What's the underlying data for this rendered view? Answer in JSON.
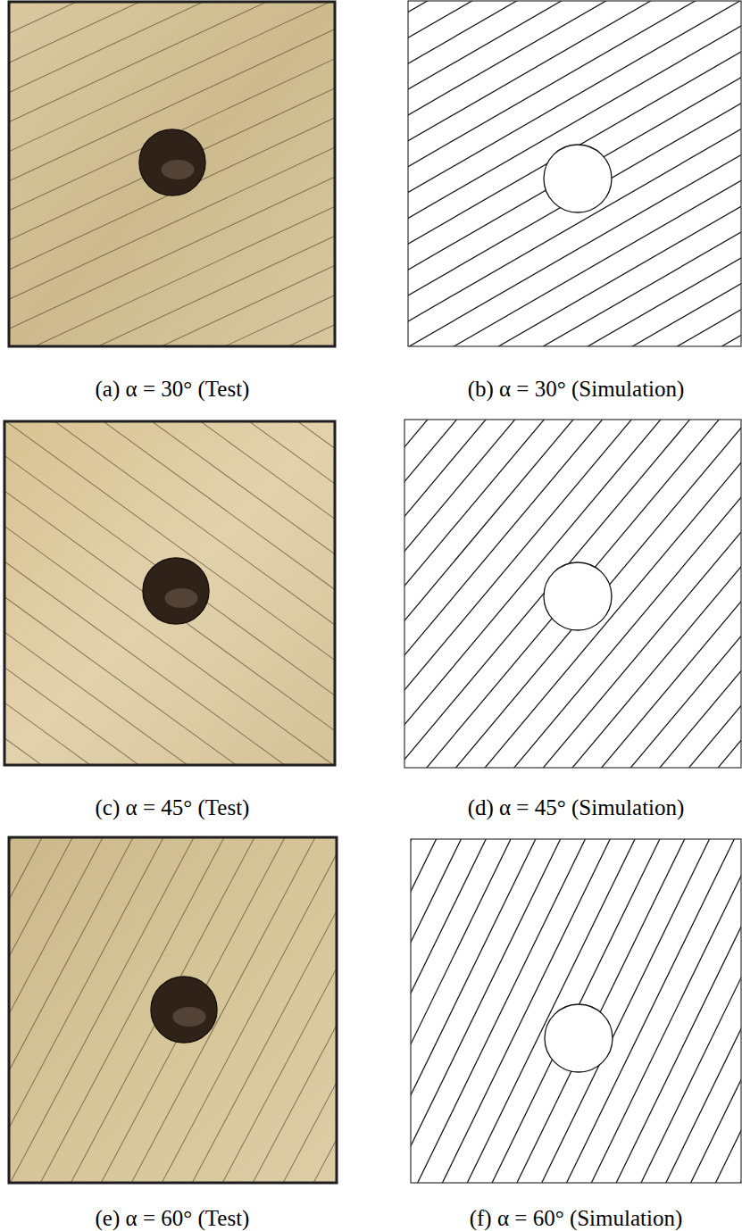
{
  "diagram": {
    "labels": [
      "(a) α = 30° (Test)",
      "(b) α = 30° (Simulation)",
      "(c) α = 45° (Test)",
      "(d) α = 45° (Simulation)",
      "(e) α = 60° (Test)",
      "(f) α = 60° (Simulation)"
    ]
  }
}
